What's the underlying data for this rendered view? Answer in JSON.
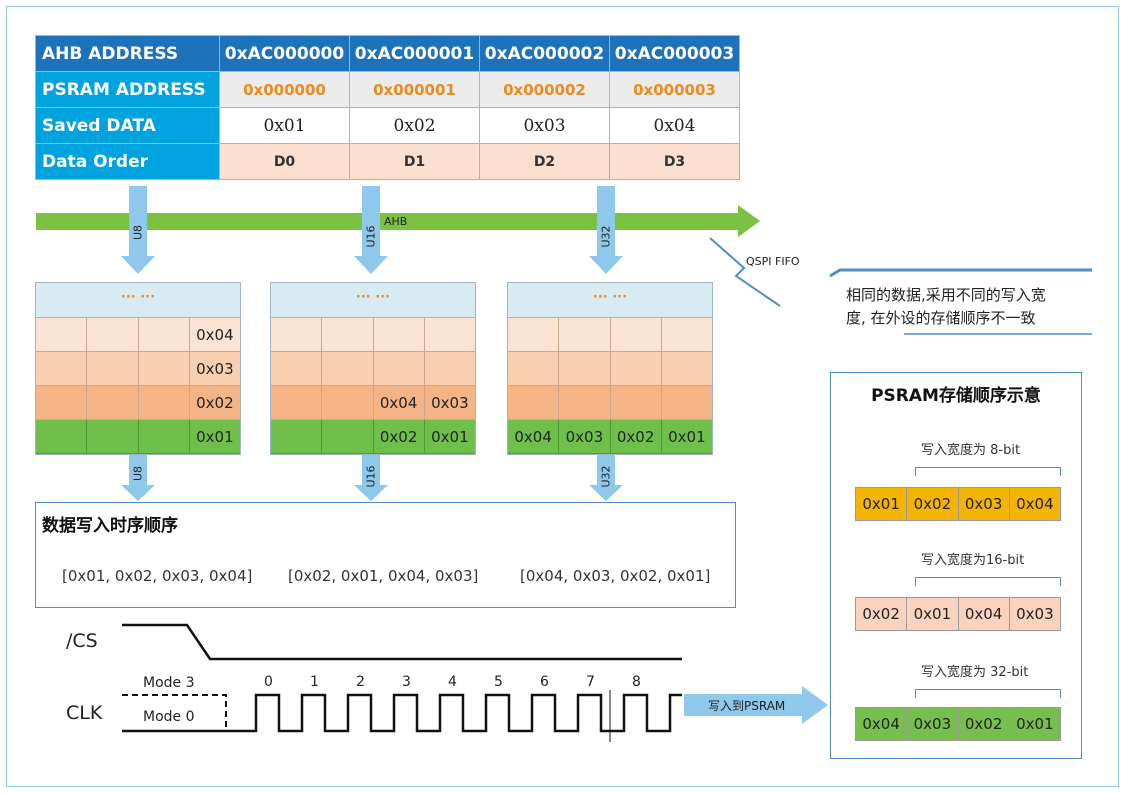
{
  "table": {
    "rows": [
      {
        "label": "AHB ADDRESS",
        "cells": [
          "0xAC000000",
          "0xAC000001",
          "0xAC000002",
          "0xAC000003"
        ]
      },
      {
        "label": "PSRAM ADDRESS",
        "cells": [
          "0x000000",
          "0x000001",
          "0x000002",
          "0x000003"
        ]
      },
      {
        "label": "Saved DATA",
        "cells": [
          "0x01",
          "0x02",
          "0x03",
          "0x04"
        ]
      },
      {
        "label": "Data Order",
        "cells": [
          "D0",
          "D1",
          "D2",
          "D3"
        ]
      }
    ]
  },
  "bus": {
    "label": "AHB",
    "fifo_label": "QSPI FIFO",
    "widths": [
      "U8",
      "U16",
      "U32"
    ]
  },
  "grids": {
    "dots": "··· ···",
    "g1": [
      [
        "",
        "",
        "",
        "0x04"
      ],
      [
        "",
        "",
        "",
        "0x03"
      ],
      [
        "",
        "",
        "",
        "0x02"
      ],
      [
        "",
        "",
        "",
        "0x01"
      ]
    ],
    "g2": [
      [
        "",
        "",
        "",
        ""
      ],
      [
        "",
        "",
        "",
        ""
      ],
      [
        "",
        "",
        "0x04",
        "0x03"
      ],
      [
        "",
        "",
        "0x02",
        "0x01"
      ]
    ],
    "g3": [
      [
        "",
        "",
        "",
        ""
      ],
      [
        "",
        "",
        "",
        ""
      ],
      [
        "",
        "",
        "",
        ""
      ],
      [
        "0x04",
        "0x03",
        "0x02",
        "0x01"
      ]
    ]
  },
  "note": {
    "line1": "相同的数据,采用不同的写入宽",
    "line2": "度, 在外设的存储顺序不一致"
  },
  "sequence": {
    "title": "数据写入时序顺序",
    "items": [
      "[0x01, 0x02, 0x03, 0x04]",
      "[0x02, 0x01, 0x04, 0x03]",
      "[0x04, 0x03, 0x02, 0x01]"
    ]
  },
  "timing": {
    "cs_label": "/CS",
    "clk_label": "CLK",
    "mode3": "Mode 3",
    "mode0": "Mode 0",
    "ticks": [
      "0",
      "1",
      "2",
      "3",
      "4",
      "5",
      "6",
      "7",
      "8"
    ],
    "write_label": "写入到PSRAM"
  },
  "panel": {
    "title": "PSRAM存储顺序示意",
    "blocks": [
      {
        "label": "写入宽度为 8-bit",
        "color": "#f4b400",
        "cells": [
          "0x01",
          "0x02",
          "0x03",
          "0x04"
        ]
      },
      {
        "label": "写入宽度为16-bit",
        "color": "#f9d3bd",
        "cells": [
          "0x02",
          "0x01",
          "0x04",
          "0x03"
        ]
      },
      {
        "label": "写入宽度为 32-bit",
        "color": "#76bf4e",
        "cells": [
          "0x04",
          "0x03",
          "0x02",
          "0x01"
        ]
      }
    ]
  },
  "colors": {
    "accent_blue": "#1d72bc",
    "header_blue": "#00a3dd",
    "bus_green": "#7bc142",
    "arrow_blue": "#8ec8ea",
    "orange": "#f08a1d"
  }
}
